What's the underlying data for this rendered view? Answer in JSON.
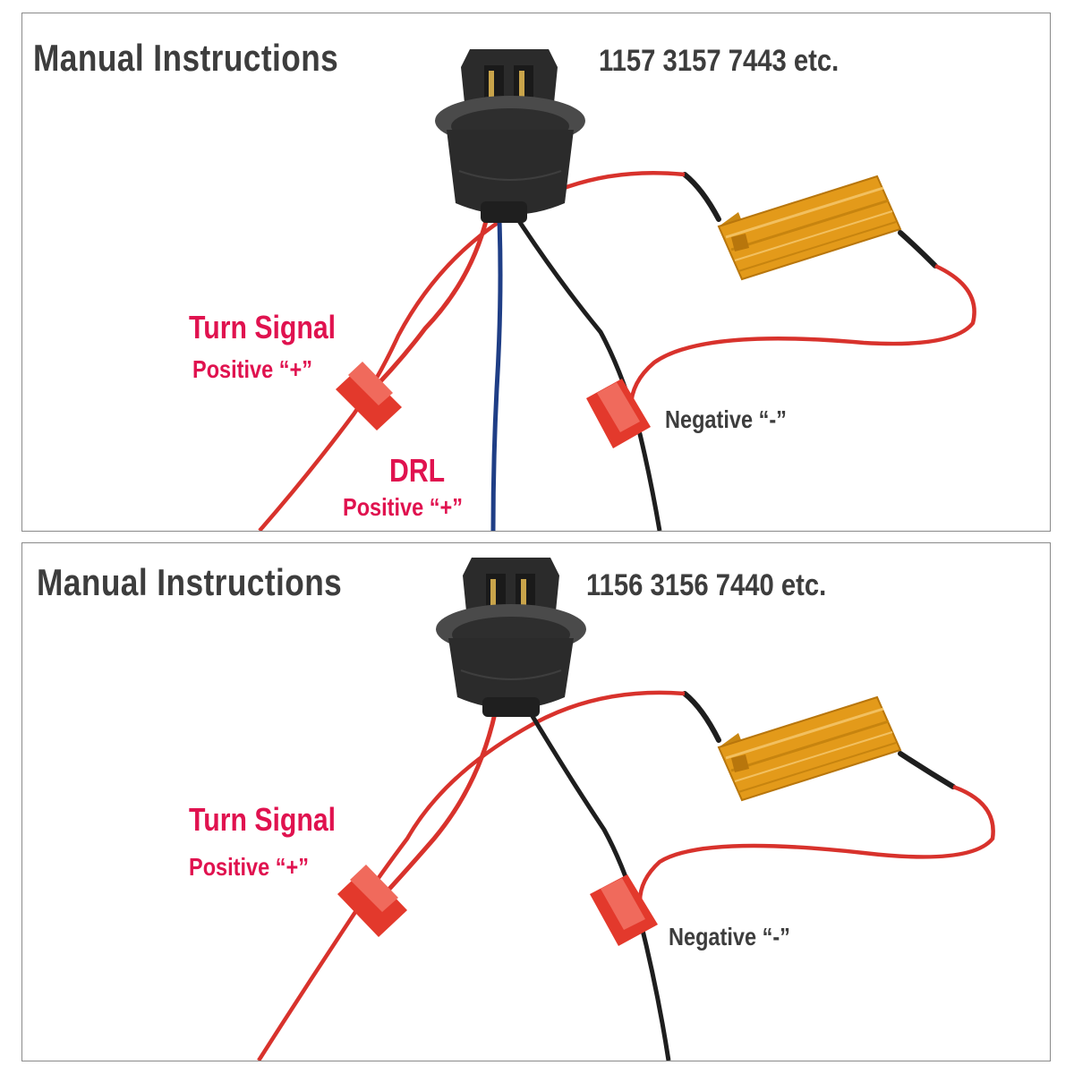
{
  "panels": [
    {
      "title": "Manual Instructions",
      "models": "1157 3157 7443 etc.",
      "turn_signal_label": "Turn Signal",
      "turn_signal_polarity": "Positive “+”",
      "drl_label": "DRL",
      "drl_polarity": "Positive “+”",
      "negative_label": "Negative “-”"
    },
    {
      "title": "Manual Instructions",
      "models": "1156 3156 7440 etc.",
      "turn_signal_label": "Turn Signal",
      "turn_signal_polarity": "Positive “+”",
      "negative_label": "Negative “-”"
    }
  ],
  "colors": {
    "label_red": "#e0124f",
    "title_gray": "#3d3d3d",
    "wire_red": "#d8322c",
    "wire_black": "#1e1e1e",
    "wire_blue": "#1f3e86",
    "resistor_gold": "#e39a1a",
    "tap_connector": "#e3392c",
    "socket": "#2b2b2b",
    "border": "#8a8a8a"
  }
}
